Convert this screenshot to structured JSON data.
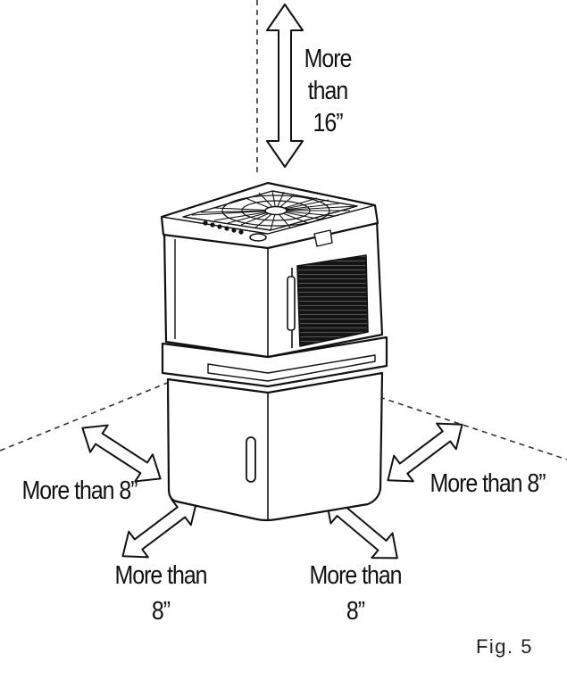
{
  "figure": {
    "caption": "Fig. 5",
    "top_clearance": {
      "line1": "More",
      "line2": "than",
      "line3": "16”"
    },
    "left_clearance": "More than 8”",
    "right_clearance": "More than 8”",
    "front_left_clearance": {
      "line1": "More than",
      "line2": "8”"
    },
    "front_right_clearance": {
      "line1": "More than",
      "line2": "8”"
    }
  },
  "colors": {
    "line": "#111111",
    "background": "#ffffff",
    "panel_dark": "#1a1a1a"
  }
}
